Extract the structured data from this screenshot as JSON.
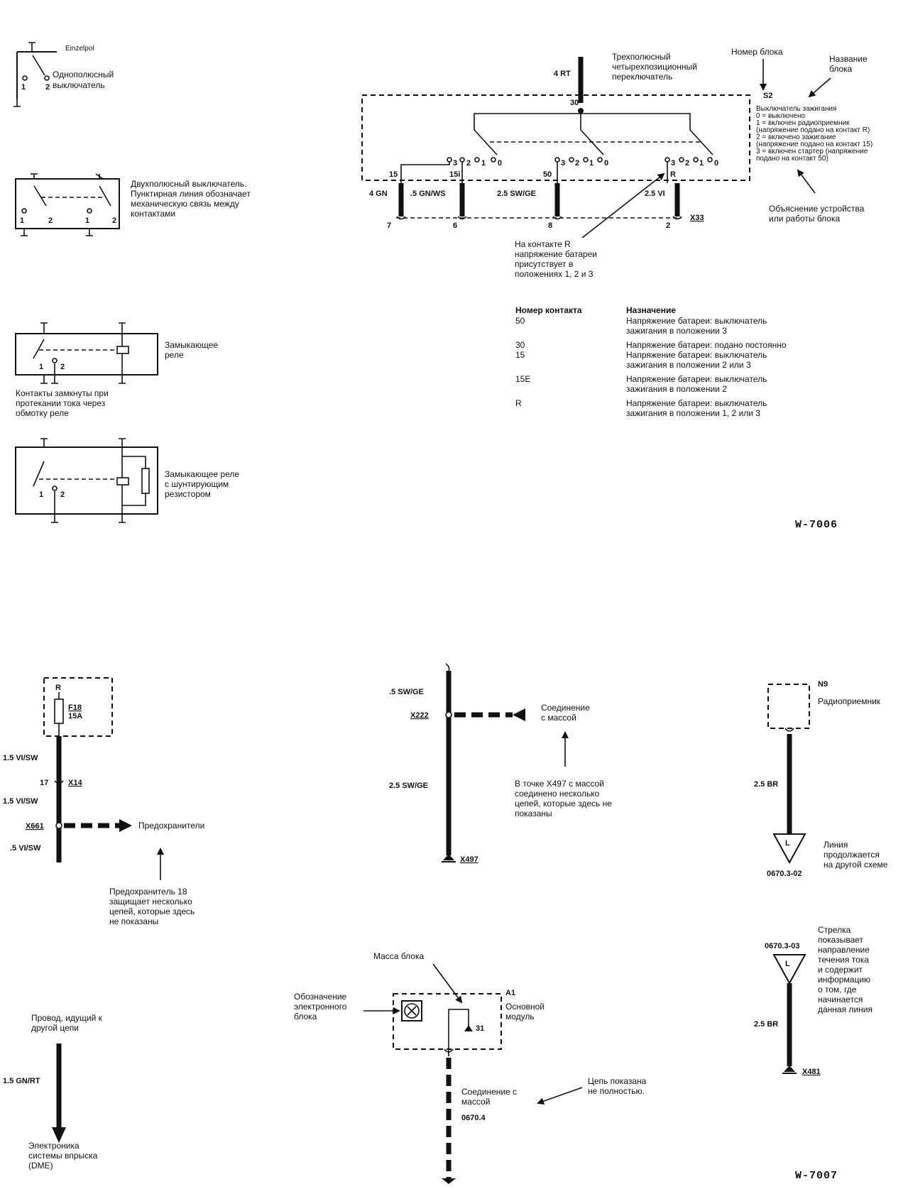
{
  "figure1": {
    "code": "W-7006",
    "single_switch": {
      "tag": "Einzelpol",
      "label_1": "Однополюсный",
      "label_2": "выключатель",
      "pin1": "1",
      "pin2": "2"
    },
    "double_switch": {
      "lines": [
        "Двухполюсный выключатель.",
        "Пунктирная линия обозначает",
        "механическую связь между",
        "контактами"
      ],
      "pins": [
        "1",
        "2",
        "1",
        "2"
      ]
    },
    "relay": {
      "label_1": "Замыкающее",
      "label_2": "реле",
      "caption": [
        "Контакты замкнуты при",
        "протекании тока через",
        "обмотку реле"
      ],
      "pin1": "1",
      "pin2": "2"
    },
    "relay_shunt": {
      "lines": [
        "Замыкающее реле",
        "с шунтирующим",
        "резистором"
      ],
      "pin1": "1",
      "pin2": "2"
    },
    "ignition": {
      "title": [
        "Трехполюсный",
        "четырехпозиционный",
        "переключатель"
      ],
      "block_number_label": "Номер блока",
      "block_name_label": [
        "Название",
        "блока"
      ],
      "block_id": "S2",
      "block_desc": [
        "Выключатель зажигания",
        "0 = выключено",
        "1 = включен радиоприемник",
        "(напряжение подано на контакт R)",
        "2 = включено зажигание",
        "(напряжение подано на контакт 15)",
        "3 = включен стартер (напряжение",
        "подано на контакт 50)"
      ],
      "explain_label": [
        "Объяснение устройства",
        "или работы блока"
      ],
      "top_wire": "4 RT",
      "top_pin": "30",
      "pins": [
        "15",
        "15i",
        "50",
        "R"
      ],
      "positions": [
        "3",
        "2",
        "1",
        "0"
      ],
      "wires": [
        "4 GN",
        ".5 GN/WS",
        "2.5 SW/GE",
        "2.5 VI"
      ],
      "connector_pins": [
        "7",
        "6",
        "8",
        "2"
      ],
      "connector": "X33",
      "r_note": [
        "На контакте R",
        "напряжение батареи",
        "присутствует в",
        "положениях 1, 2 и 3"
      ]
    },
    "table": {
      "col1": "Номер контакта",
      "col2": "Назначение",
      "rows": [
        {
          "pin": "50",
          "desc": [
            "Напряжение батареи: выключатель",
            "зажигания в положении 3"
          ]
        },
        {
          "pin": "30",
          "desc": [
            "Напряжение батареи: подано постоянно"
          ]
        },
        {
          "pin": "15",
          "desc": [
            "Напряжение батареи: выключатель",
            "зажигания в положении 2 или 3"
          ]
        },
        {
          "pin": "15E",
          "desc": [
            "Напряжение батареи: выключатель",
            "зажигания в положении 2"
          ]
        },
        {
          "pin": "R",
          "desc": [
            "Напряжение батареи: выключатель",
            "зажигания в положении 1, 2 или 3"
          ]
        }
      ]
    }
  },
  "figure2": {
    "code": "W-7007",
    "fuse": {
      "r": "R",
      "name": "F18",
      "rating": "15A",
      "wire1": "1.5 VI/SW",
      "pin17": "17",
      "connector": "X14",
      "wire2": "1.5 VI/SW",
      "splice": "X661",
      "wire3": ".5 VI/SW",
      "arrow_label": "Предохранители",
      "note": [
        "Предохранитель 18",
        "защищает несколько",
        "цепей, которые здесь",
        "не показаны"
      ]
    },
    "ground": {
      "wire1": ".5 SW/GE",
      "splice": "X222",
      "label": [
        "Соединение",
        "с массой"
      ],
      "wire2": "2.5 SW/GE",
      "point": "X497",
      "note": [
        "В точке X497 с массой",
        "соединено несколько",
        "цепей, которые здесь не",
        "показаны"
      ]
    },
    "radio": {
      "id": "N9",
      "name": "Радиоприемник",
      "wire": "2.5 BR",
      "ref": "0670.3-02",
      "letter": "L",
      "note": [
        "Линия",
        "продолжается",
        "на другой схеме"
      ]
    },
    "arrow_flow": {
      "ref": "0670.3-03",
      "letter": "L",
      "wire": "2.5 BR",
      "point": "X481",
      "note": [
        "Стрелка",
        "показывает",
        "направление",
        "течения тока",
        "и содержит",
        "информацию",
        "о том, где",
        "начинается",
        "данная линия"
      ]
    },
    "wire_other": {
      "label": [
        "Провод, идущий к",
        "другой цепи"
      ],
      "wire": "1.5 GN/RT",
      "target": [
        "Электроника",
        "системы впрыска",
        "(DME)"
      ]
    },
    "module": {
      "mass_label": "Масса блока",
      "symbol_label": [
        "Обозначение",
        "электронного",
        "блока"
      ],
      "id": "A1",
      "name": [
        "Основной",
        "модуль"
      ],
      "pin": "31",
      "ground_label": [
        "Соединение с",
        "массой"
      ],
      "ground_ref": "0670.4",
      "partial": [
        "Цепь показана",
        "не полностью."
      ]
    }
  }
}
